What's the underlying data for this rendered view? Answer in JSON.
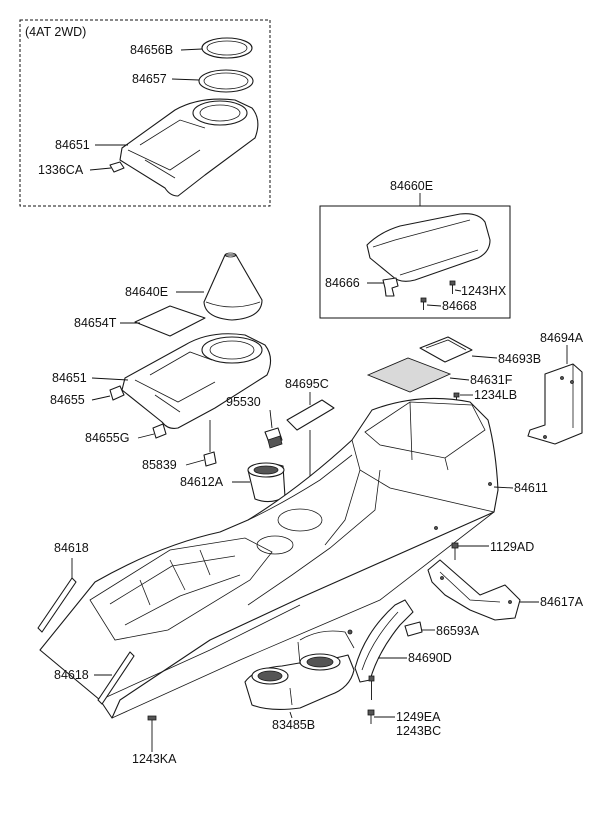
{
  "inset": {
    "title": "(4AT 2WD)"
  },
  "labels": {
    "l84656B": "84656B",
    "l84657": "84657",
    "l84651a": "84651",
    "l1336CA": "1336CA",
    "l84660E": "84660E",
    "l84666": "84666",
    "l1243HX": "1243HX",
    "l84668": "84668",
    "l84640E": "84640E",
    "l84654T": "84654T",
    "l84651b": "84651",
    "l84655": "84655",
    "l84655G": "84655G",
    "l84695C": "84695C",
    "l95530": "95530",
    "l85839": "85839",
    "l84612A": "84612A",
    "l84694A": "84694A",
    "l84693B": "84693B",
    "l84631F": "84631F",
    "l1234LB": "1234LB",
    "l84611": "84611",
    "l84618a": "84618",
    "l84618b": "84618",
    "l1129AD": "1129AD",
    "l84617A": "84617A",
    "l86593A": "86593A",
    "l84690D": "84690D",
    "l83485B": "83485B",
    "l1249EA": "1249EA",
    "l1243BC": "1243BC",
    "l1243KA": "1243KA"
  }
}
